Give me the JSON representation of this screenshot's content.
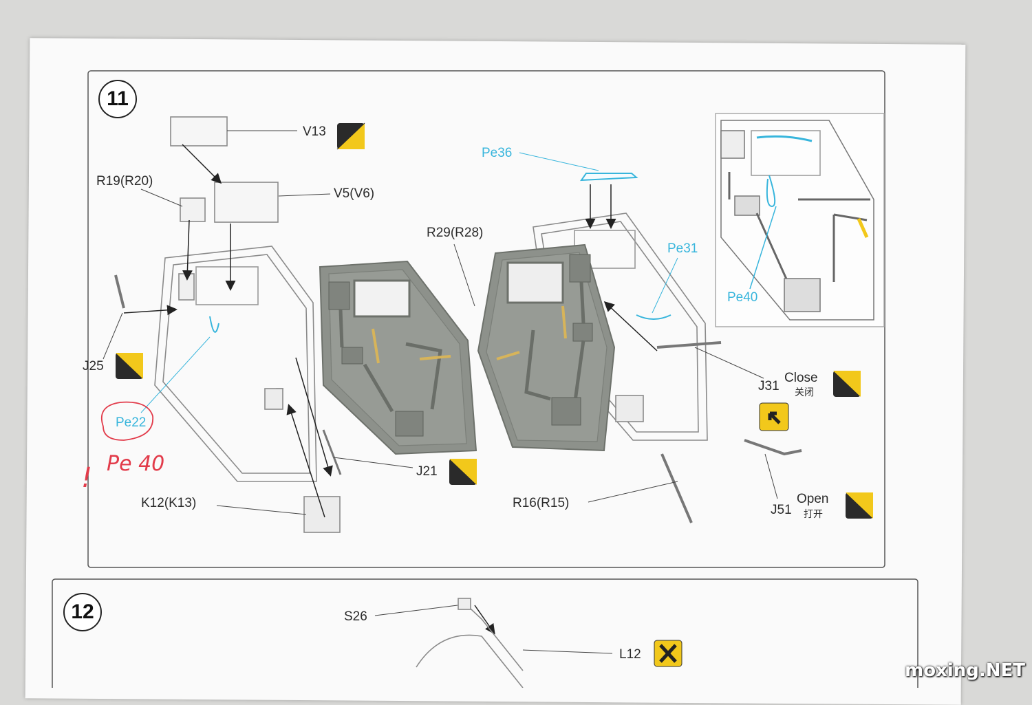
{
  "steps": [
    {
      "number": "11"
    },
    {
      "number": "12"
    }
  ],
  "parts": {
    "v13": "V13",
    "r19": "R19(R20)",
    "v5": "V5(V6)",
    "pe36": "Pe36",
    "r29": "R29(R28)",
    "pe31": "Pe31",
    "pe40": "Pe40",
    "j25": "J25",
    "pe22": "Pe22",
    "j21": "J21",
    "k12": "K12(K13)",
    "r16": "R16(R15)",
    "j31": "J31",
    "close": "Close",
    "close_zh": "关闭",
    "j51": "J51",
    "open": "Open",
    "open_zh": "打开",
    "s26": "S26",
    "l12": "L12"
  },
  "annotations": {
    "note": "Pe 40",
    "mark": "!"
  },
  "watermark": "moxing.NET",
  "colors": {
    "paint_black": "#2a2a2a",
    "paint_yellow": "#f2c81b",
    "photo_etch_blue": "#37b5dc",
    "resin_grey": "#8d918b",
    "brass": "#d7b45a",
    "handwriting_red": "#e23b4a"
  },
  "icons": {
    "paint_chip": "black-yellow-paint-chip-icon",
    "arrow": "arrow-direction-icon",
    "no_glue": "no-glue-icon"
  }
}
